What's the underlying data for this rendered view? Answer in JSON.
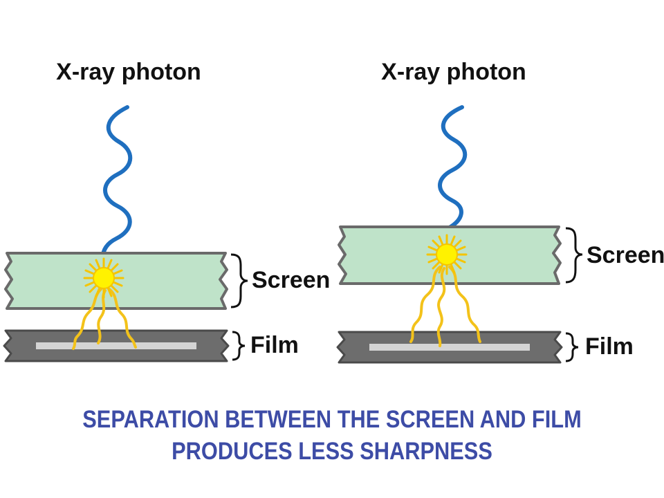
{
  "panels": [
    {
      "photon_label": "X-ray photon",
      "screen_label": "Screen",
      "film_label": "Film"
    },
    {
      "photon_label": "X-ray photon",
      "screen_label": "Screen",
      "film_label": "Film"
    }
  ],
  "caption": {
    "line1": "SEPARATION BETWEEN THE SCREEN AND FILM",
    "line2": "PRODUCES LESS SHARPNESS"
  },
  "colors": {
    "photon_wave": "#1f6fbf",
    "screen_fill": "#bfe3c9",
    "screen_border": "#6a6a6a",
    "film_fill": "#6d6d6d",
    "film_strip": "#d4d4d4",
    "light_wave": "#f3c21a",
    "flash_core": "#fff200",
    "flash_ray": "#f5c400",
    "caption_text": "#3d4ca6"
  }
}
